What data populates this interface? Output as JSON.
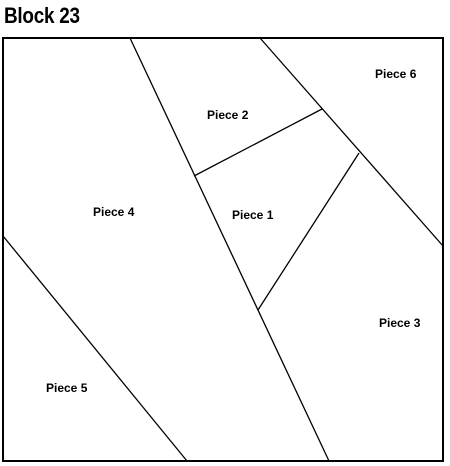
{
  "title": "Block 23",
  "pieces": [
    {
      "id": "piece-1",
      "label": "Piece 1"
    },
    {
      "id": "piece-2",
      "label": "Piece 2"
    },
    {
      "id": "piece-3",
      "label": "Piece 3"
    },
    {
      "id": "piece-4",
      "label": "Piece 4"
    },
    {
      "id": "piece-5",
      "label": "Piece 5"
    },
    {
      "id": "piece-6",
      "label": "Piece 6"
    }
  ],
  "colors": {
    "stroke": "#000000",
    "fill": "#ffffff"
  }
}
